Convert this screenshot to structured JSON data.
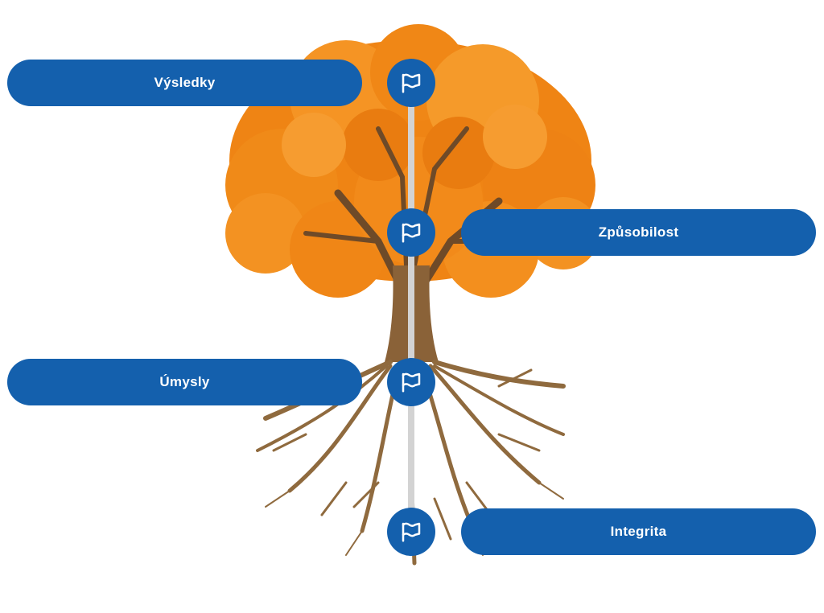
{
  "items": [
    {
      "label": "Výsledky",
      "side": "left",
      "icon": "flag-icon"
    },
    {
      "label": "Způsobilost",
      "side": "right",
      "icon": "flag-icon"
    },
    {
      "label": "Úmysly",
      "side": "left",
      "icon": "flag-icon"
    },
    {
      "label": "Integrita",
      "side": "right",
      "icon": "flag-icon"
    }
  ],
  "colors": {
    "pill": "#1460ad",
    "spine": "#d3d3d3",
    "foliage": "#f28a16",
    "trunk": "#8a6238",
    "roots": "#8f6a3e"
  }
}
